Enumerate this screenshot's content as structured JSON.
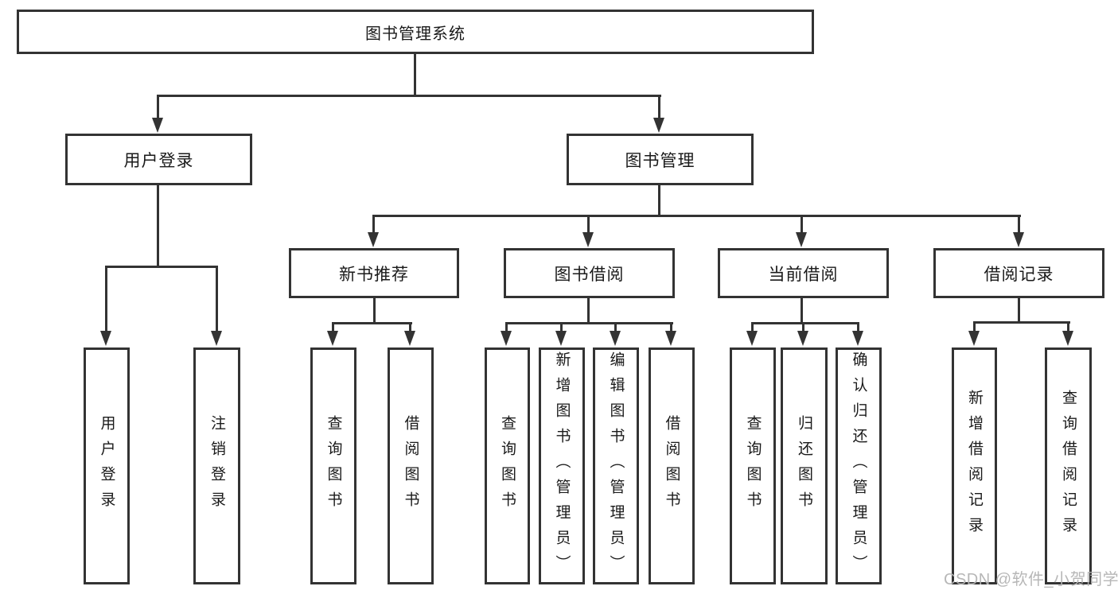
{
  "diagram_title": "图书管理系统",
  "nodes": {
    "root": {
      "label": "图书管理系统"
    },
    "level2": [
      {
        "id": "user-login",
        "label": "用户登录"
      },
      {
        "id": "book-management",
        "label": "图书管理"
      }
    ],
    "level3": [
      {
        "id": "new-book-recommend",
        "label": "新书推荐"
      },
      {
        "id": "book-borrow",
        "label": "图书借阅"
      },
      {
        "id": "current-borrow",
        "label": "当前借阅"
      },
      {
        "id": "borrow-records",
        "label": "借阅记录"
      }
    ],
    "leaves": [
      {
        "parent": "用户登录",
        "label": "用户登录"
      },
      {
        "parent": "用户登录",
        "label": "注销登录"
      },
      {
        "parent": "新书推荐",
        "label": "查询图书"
      },
      {
        "parent": "新书推荐",
        "label": "借阅图书"
      },
      {
        "parent": "图书借阅",
        "label": "查询图书"
      },
      {
        "parent": "图书借阅",
        "label": "新增图书（管理员）"
      },
      {
        "parent": "图书借阅",
        "label": "编辑图书（管理员）"
      },
      {
        "parent": "图书借阅",
        "label": "借阅图书"
      },
      {
        "parent": "当前借阅",
        "label": "查询图书"
      },
      {
        "parent": "当前借阅",
        "label": "归还图书"
      },
      {
        "parent": "当前借阅",
        "label": "确认归还（管理员）"
      },
      {
        "parent": "借阅记录",
        "label": "新增借阅记录"
      },
      {
        "parent": "借阅记录",
        "label": "查询借阅记录"
      }
    ]
  },
  "watermark": {
    "text": "CSDN @软件_小贺同学"
  },
  "colors": {
    "line": "#333333",
    "text": "#1a1a1a",
    "watermark": "#b4b4b4",
    "background": "#ffffff"
  }
}
